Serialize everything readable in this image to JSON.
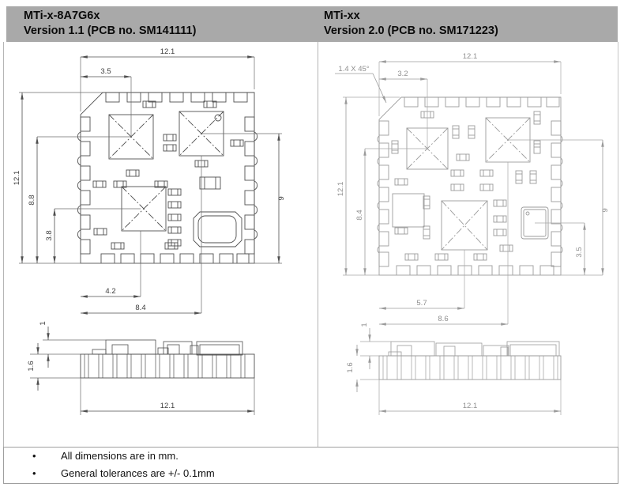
{
  "header": {
    "left_title": "MTi-x-8A7G6x",
    "left_subtitle": "Version 1.1 (PCB no. SM141111)",
    "right_title": "MTi-xx",
    "right_subtitle": "Version 2.0 (PCB no. SM171223)"
  },
  "left_drawing": {
    "top_view": {
      "width": "12.1",
      "height": "12.1",
      "pad_offset": "3.5",
      "dim_8_8": "8.8",
      "dim_3_8": "3.8",
      "dim_4_2": "4.2",
      "dim_8_4": "8.4",
      "dim_9": "9"
    },
    "side_view": {
      "component_height": "1",
      "board_thickness": "1.6",
      "width": "12.1"
    }
  },
  "right_drawing": {
    "chamfer_note": "1.4 X 45°",
    "top_view": {
      "width": "12.1",
      "height": "12.1",
      "pad_offset": "3.2",
      "dim_8_4": "8.4",
      "dim_3_5": "3.5",
      "dim_5_7": "5.7",
      "dim_8_6": "8.6",
      "dim_9": "9"
    },
    "side_view": {
      "component_height": "1",
      "board_thickness": "1.6",
      "width": "12.1"
    }
  },
  "notes": {
    "bullet": "•",
    "items": [
      "All dimensions are in mm.",
      "General tolerances are +/- 0.1mm"
    ]
  },
  "colors": {
    "header_bg": "#a9a9a9",
    "left_line_color": "#4f4f4f",
    "right_line_color": "#9b9b9b",
    "panel_border": "#9f9f9f"
  }
}
